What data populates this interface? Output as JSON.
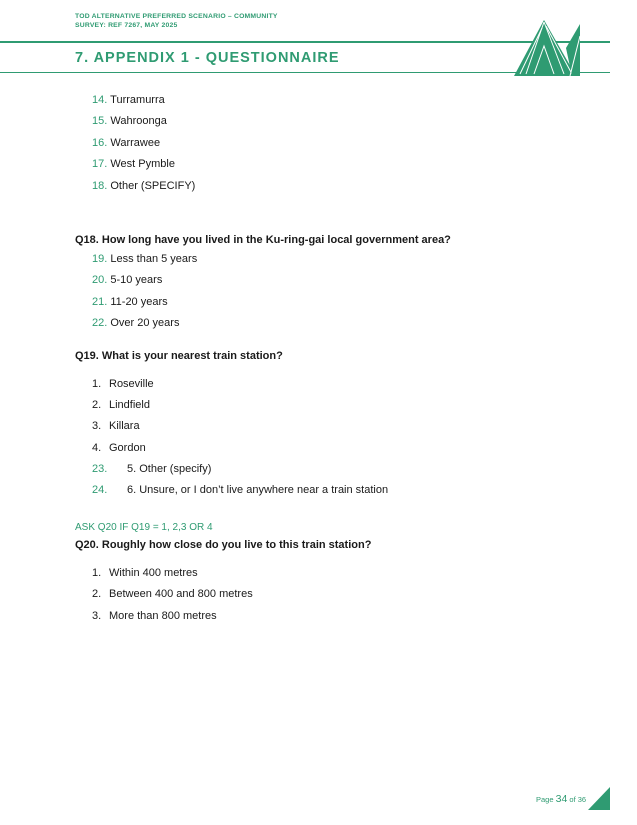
{
  "header": {
    "line1": "TOD ALTERNATIVE PREFERRED SCENARIO – COMMUNITY",
    "line2": "SURVEY: REF 7267, MAY 2025",
    "section_title": "7. APPENDIX 1 - QUESTIONNAIRE"
  },
  "list_continued": [
    {
      "num": "14.",
      "text": "Turramurra"
    },
    {
      "num": "15.",
      "text": "Wahroonga"
    },
    {
      "num": "16.",
      "text": "Warrawee"
    },
    {
      "num": "17.",
      "text": "West Pymble"
    },
    {
      "num": "18.",
      "text": "Other (SPECIFY)"
    }
  ],
  "q18": {
    "question": "Q18. How long have you lived in the Ku-ring-gai local government area?",
    "options": [
      {
        "num": "19.",
        "text": "Less than 5 years"
      },
      {
        "num": "20.",
        "text": "5-10 years"
      },
      {
        "num": "21.",
        "text": "11-20 years"
      },
      {
        "num": "22.",
        "text": "Over 20 years"
      }
    ]
  },
  "q19": {
    "question": "Q19. What is your nearest train station?",
    "options": [
      {
        "num": "1.",
        "text": "Roseville"
      },
      {
        "num": "2.",
        "text": "Lindfield"
      },
      {
        "num": "3.",
        "text": "Killara"
      },
      {
        "num": "4.",
        "text": "Gordon"
      },
      {
        "num": "23.",
        "text": "5. Other (specify)"
      },
      {
        "num": "24.",
        "text": "6. Unsure, or I don’t live anywhere near a train station"
      }
    ]
  },
  "q20": {
    "filter": "ASK Q20 IF Q19 = 1, 2,3 OR 4",
    "question": "Q20. Roughly how close do you live to this train station?",
    "options": [
      {
        "num": "1.",
        "text": "Within 400 metres"
      },
      {
        "num": "2.",
        "text": "Between 400 and 800 metres"
      },
      {
        "num": "3.",
        "text": "More than 800 metres"
      }
    ]
  },
  "footer": {
    "page_word": "Page",
    "page_num": "34",
    "of_word": "of 36"
  },
  "colors": {
    "accent": "#2f9b72",
    "text": "#1a1a1a"
  },
  "icons": {
    "logo": "mountain-peaks-icon",
    "corner": "corner-triangle-icon"
  }
}
